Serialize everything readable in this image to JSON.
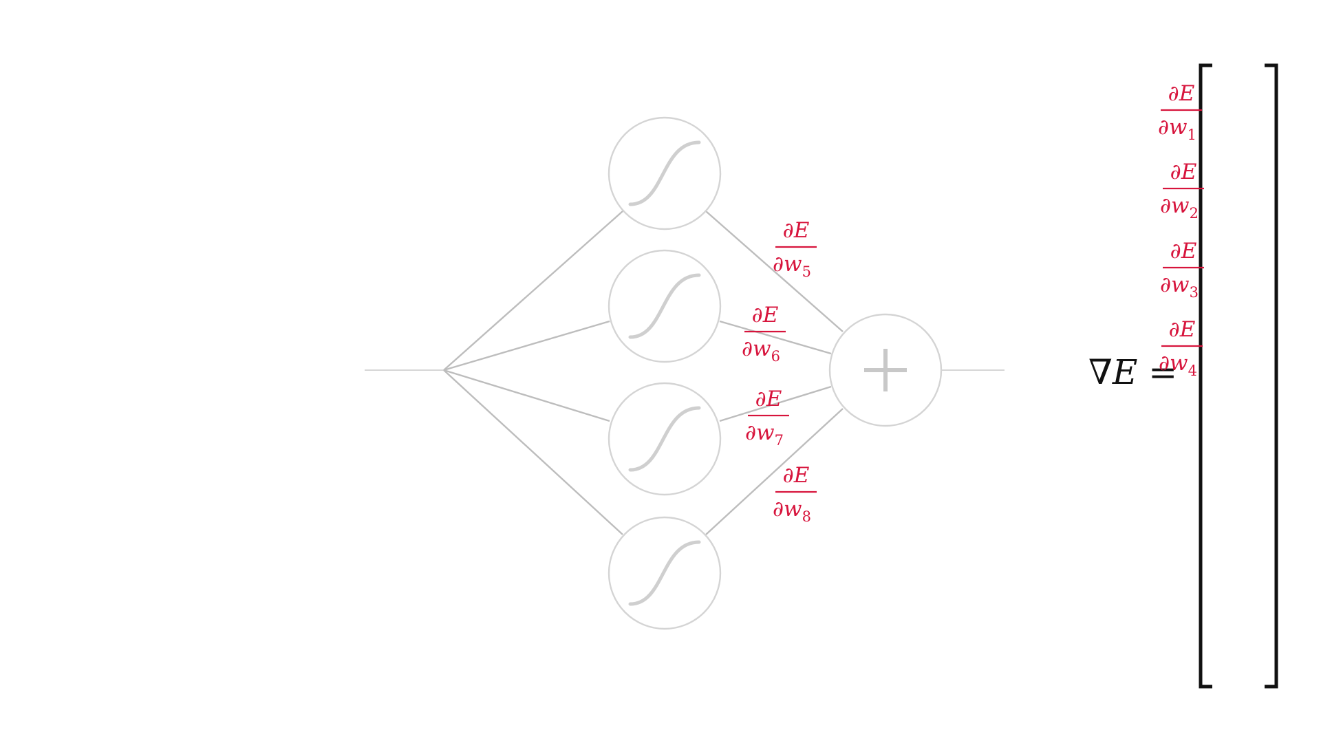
{
  "diagram": {
    "colors": {
      "highlight": "#d7143c",
      "edge": "#bdbdbd",
      "node_outline": "#d4d4d4",
      "text": "#111111"
    },
    "hidden_nodes": [
      {
        "icon": "sigmoid-icon"
      },
      {
        "icon": "sigmoid-icon"
      },
      {
        "icon": "sigmoid-icon"
      },
      {
        "icon": "sigmoid-icon"
      }
    ],
    "output_node": {
      "icon": "plus-icon"
    },
    "edge_gradients": [
      {
        "numerator": "∂E",
        "denominator": "∂w",
        "subscript": "5"
      },
      {
        "numerator": "∂E",
        "denominator": "∂w",
        "subscript": "6"
      },
      {
        "numerator": "∂E",
        "denominator": "∂w",
        "subscript": "7"
      },
      {
        "numerator": "∂E",
        "denominator": "∂w",
        "subscript": "8"
      }
    ]
  },
  "gradient_vector": {
    "label": "∇E =",
    "entries": [
      {
        "numerator": "∂E",
        "denominator": "∂w",
        "subscript": "1"
      },
      {
        "numerator": "∂E",
        "denominator": "∂w",
        "subscript": "2"
      },
      {
        "numerator": "∂E",
        "denominator": "∂w",
        "subscript": "3"
      },
      {
        "numerator": "∂E",
        "denominator": "∂w",
        "subscript": "4"
      }
    ]
  }
}
